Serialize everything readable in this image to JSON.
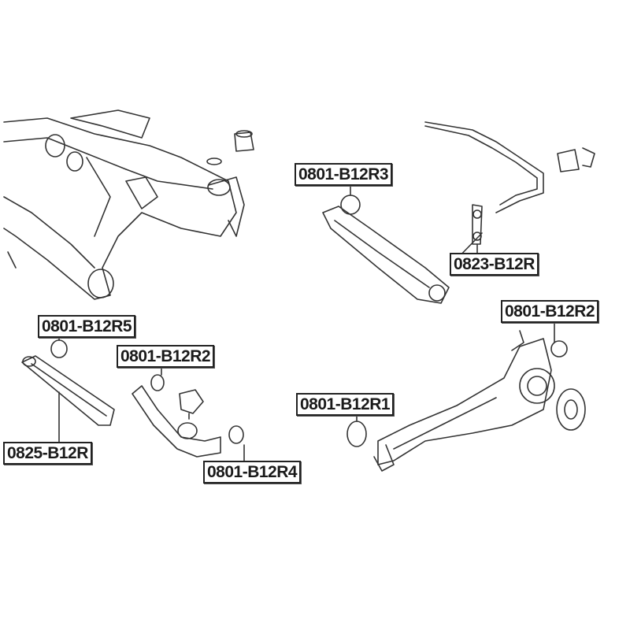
{
  "labels": {
    "r3": "0801-B12R3",
    "link": "0823-B12R",
    "r2_right": "0801-B12R2",
    "r5": "0801-B12R5",
    "r2_left": "0801-B12R2",
    "r1": "0801-B12R1",
    "arm": "0825-B12R",
    "r4": "0801-B12R4"
  }
}
